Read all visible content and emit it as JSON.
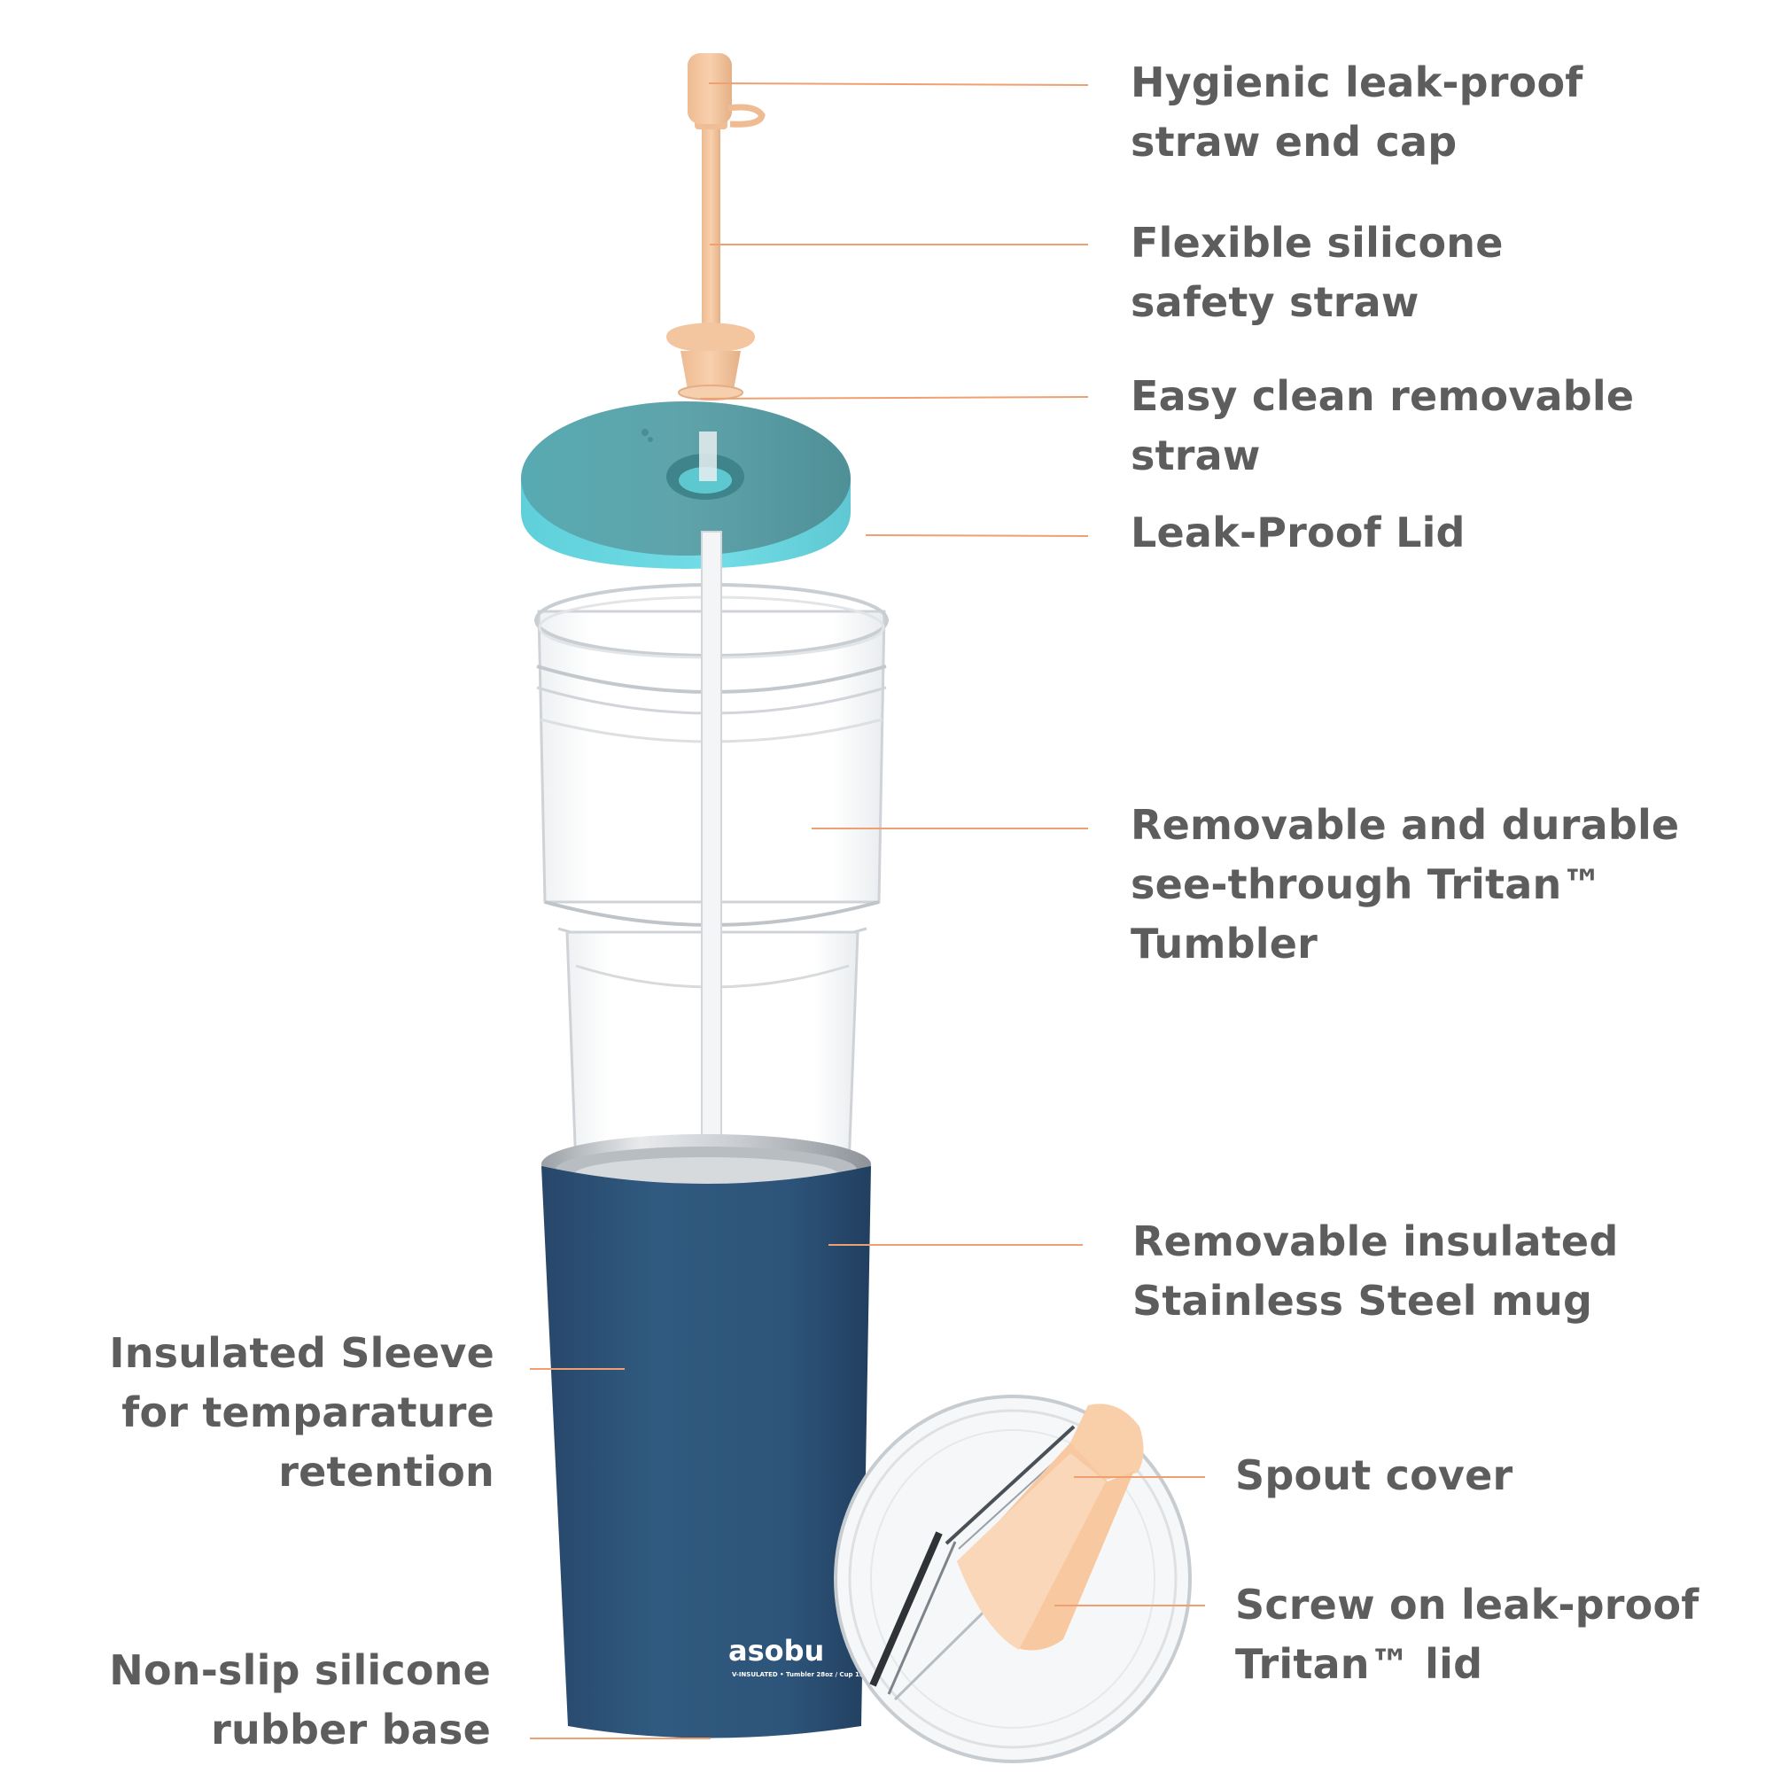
{
  "accent_line_color": "#f0a070",
  "text_color": "#5d5d5d",
  "parts_colors": {
    "straw": "#f7c9a1",
    "lid": "#6fd6df",
    "sleeve": "#2d5479",
    "spout_cover": "#f9cfa9"
  },
  "brand": {
    "name": "asobu",
    "subtext": "V-INSULATED • Tumbler 28oz / Cup 15oz"
  },
  "callouts": {
    "straw_end_cap": [
      "Hygienic leak-proof",
      "straw end cap"
    ],
    "silicone_straw": [
      "Flexible silicone",
      "safety straw"
    ],
    "removable_straw": [
      "Easy clean removable",
      "straw"
    ],
    "leak_proof_lid": [
      "Leak-Proof Lid"
    ],
    "tritan_tumbler": [
      "Removable and durable",
      "see-through Tritan™",
      "Tumbler"
    ],
    "steel_mug": [
      "Removable insulated",
      "Stainless Steel mug"
    ],
    "insulated_sleeve": [
      "Insulated Sleeve",
      "for temparature",
      "retention"
    ],
    "spout_cover": [
      "Spout cover"
    ],
    "screw_lid": [
      "Screw on leak-proof",
      "Tritan™ lid"
    ],
    "rubber_base": [
      "Non-slip silicone",
      "rubber base"
    ]
  }
}
